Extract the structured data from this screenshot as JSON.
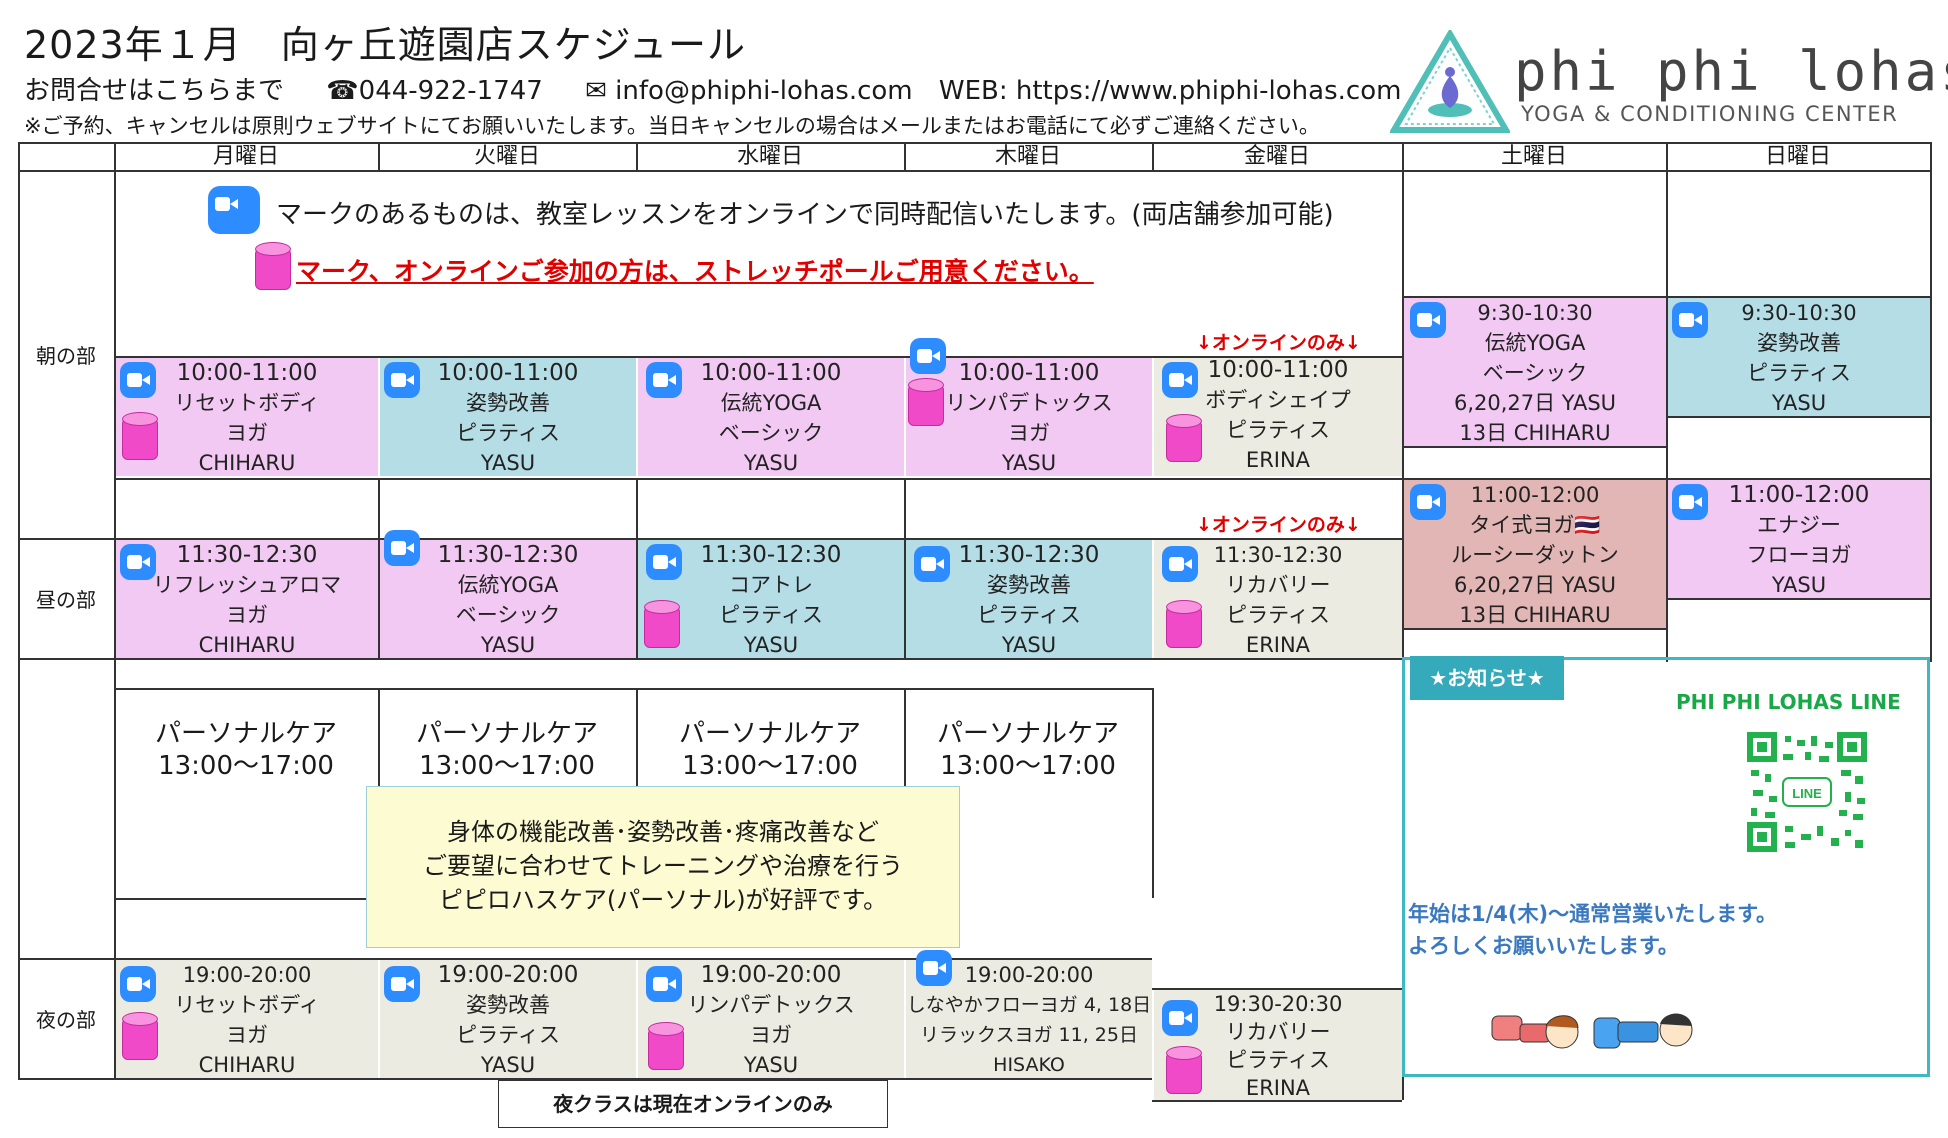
{
  "header": {
    "title": "2023年１月　向ヶ丘遊園店スケジュール",
    "contact_label": "お問合せはこちらまで",
    "phone": "☎044-922-1747",
    "email": "✉ info@phiphi-lohas.com",
    "web": "WEB: https://www.phiphi-lohas.com",
    "note": "※ご予約、キャンセルは原則ウェブサイトにてお願いいたします。当日キャンセルの場合はメールまたはお電話にて必ずご連絡ください。"
  },
  "logo": {
    "name": "phi phi lohas",
    "subtitle": "YOGA & CONDITIONING CENTER"
  },
  "days": [
    "月曜日",
    "火曜日",
    "水曜日",
    "木曜日",
    "金曜日",
    "土曜日",
    "日曜日"
  ],
  "periods": [
    "朝の部",
    "昼の部",
    "夜の部"
  ],
  "banner": {
    "zoom_text": "マークのあるものは、教室レッスンをオンラインで同時配信いたします。(両店舗参加可能)",
    "pole_text": "マーク、オンラインご参加の方は、ストレッチポールご用意ください。"
  },
  "online_only": "↓オンラインのみ↓",
  "morning": [
    {
      "time": "10:00-11:00",
      "l1": "リセットボディ",
      "l2": "ヨガ",
      "l3": "CHIHARU"
    },
    {
      "time": "10:00-11:00",
      "l1": "姿勢改善",
      "l2": "ピラティス",
      "l3": "YASU"
    },
    {
      "time": "10:00-11:00",
      "l1": "伝統YOGA",
      "l2": "ベーシック",
      "l3": "YASU"
    },
    {
      "time": "10:00-11:00",
      "l1": "リンパデトックス",
      "l2": "ヨガ",
      "l3": "YASU"
    },
    {
      "time": "10:00-11:00",
      "l1": "ボディシェイプ",
      "l2": "ピラティス",
      "l3": "ERINA"
    }
  ],
  "weekend_morning": [
    {
      "time": "9:30-10:30",
      "l1": "伝統YOGA",
      "l2": "ベーシック",
      "l3": "6,20,27日 YASU",
      "l4": "13日 CHIHARU"
    },
    {
      "time": "9:30-10:30",
      "l1": "姿勢改善",
      "l2": "ピラティス",
      "l3": "YASU"
    }
  ],
  "weekend_mid": [
    {
      "time": "11:00-12:00",
      "l1": "タイ式ヨガ🇹🇭",
      "l2": "ルーシーダットン",
      "l3": "6,20,27日 YASU",
      "l4": "13日 CHIHARU"
    },
    {
      "time": "11:00-12:00",
      "l1": "エナジー",
      "l2": "フローヨガ",
      "l3": "YASU"
    }
  ],
  "noon": [
    {
      "time": "11:30-12:30",
      "l1": "リフレッシュアロマ",
      "l2": "ヨガ",
      "l3": "CHIHARU"
    },
    {
      "time": "11:30-12:30",
      "l1": "伝統YOGA",
      "l2": "ベーシック",
      "l3": "YASU"
    },
    {
      "time": "11:30-12:30",
      "l1": "コアトレ",
      "l2": "ピラティス",
      "l3": "YASU"
    },
    {
      "time": "11:30-12:30",
      "l1": "姿勢改善",
      "l2": "ピラティス",
      "l3": "YASU"
    },
    {
      "time": "11:30-12:30",
      "l1": "リカバリー",
      "l2": "ピラティス",
      "l3": "ERINA"
    }
  ],
  "personal": {
    "l1": "パーソナルケア",
    "l2": "13:00～17:00"
  },
  "callout": [
    "身体の機能改善･姿勢改善･疼痛改善など",
    "ご要望に合わせてトレーニングや治療を行う",
    "ピピロハスケア(パーソナル)が好評です。"
  ],
  "night": [
    {
      "time": "19:00-20:00",
      "l1": "リセットボディ",
      "l2": "ヨガ",
      "l3": "CHIHARU"
    },
    {
      "time": "19:00-20:00",
      "l1": "姿勢改善",
      "l2": "ピラティス",
      "l3": "YASU"
    },
    {
      "time": "19:00-20:00",
      "l1": "リンパデトックス",
      "l2": "ヨガ",
      "l3": "YASU"
    },
    {
      "time": "19:00-20:00",
      "l1": "しなやかフローヨガ 4, 18日",
      "l2": "リラックスヨガ 11, 25日",
      "l3": "HISAKO"
    },
    {
      "time": "19:30-20:30",
      "l1": "リカバリー",
      "l2": "ピラティス",
      "l3": "ERINA"
    }
  ],
  "news": {
    "tag": "★お知らせ★",
    "line_title": "PHI PHI LOHAS LINE",
    "qr_label": "LINE",
    "text1": "年始は1/4(木)～通常営業いたします。",
    "text2": "よろしくお願いいたします。"
  },
  "footer": "夜クラスは現在オンラインのみ",
  "colors": {
    "zoom": "#2d8cff",
    "pole": "#f04ac8",
    "pink": "#f2c9f2",
    "blue": "#b5dde6",
    "beige": "#ecebe2",
    "rose": "#e3b6b6",
    "news_border": "#40b8c4",
    "line_green": "#18a848"
  }
}
